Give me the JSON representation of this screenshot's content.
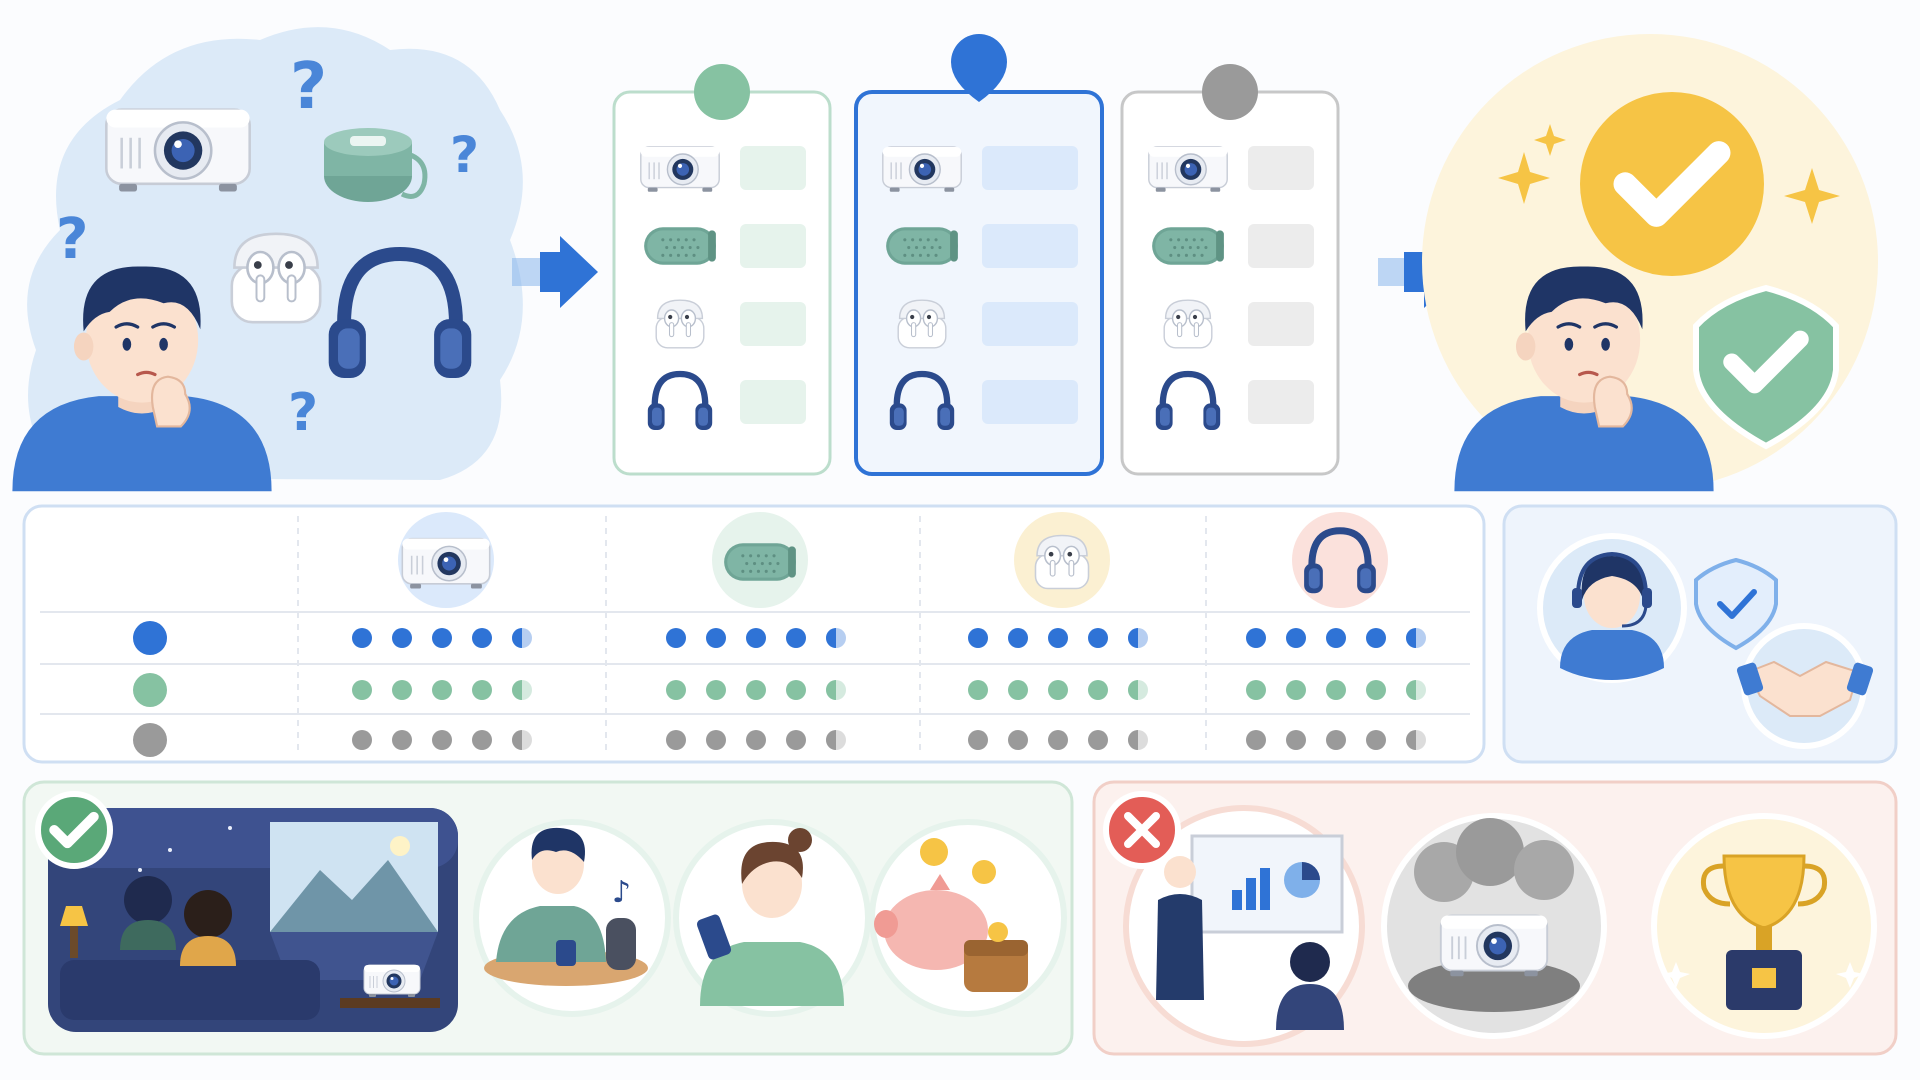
{
  "colors": {
    "blue": "#2f73d6",
    "blue_light": "#dbe9fb",
    "green": "#86c2a2",
    "green_light": "#e6f3ec",
    "gray": "#9a9a9a",
    "gray_light": "#ececec",
    "navy": "#2b4a8c",
    "yellow": "#f6c445",
    "red": "#e35d57",
    "skin": "#fbe1cf",
    "shirt": "#3f7bd2"
  },
  "products": [
    {
      "icon": "projector-icon",
      "tint": "#dbe9fb"
    },
    {
      "icon": "speaker-icon",
      "tint": "#e6f3ec"
    },
    {
      "icon": "earbuds-icon",
      "tint": "#fbf0d2"
    },
    {
      "icon": "headphones-icon",
      "tint": "#fbe1dc"
    }
  ],
  "option_cards": [
    {
      "marker": "circle",
      "color": "#86c2a2",
      "fill": "#e6f3ec",
      "highlighted": false
    },
    {
      "marker": "pin",
      "color": "#2f73d6",
      "fill": "#dbe9fb",
      "highlighted": true
    },
    {
      "marker": "circle",
      "color": "#9a9a9a",
      "fill": "#ececec",
      "highlighted": false
    }
  ],
  "rating_rows": [
    {
      "color": "#2f73d6",
      "ratings": [
        4.5,
        4.5,
        4.5,
        4.5
      ]
    },
    {
      "color": "#86c2a2",
      "ratings": [
        4.5,
        4.5,
        4.5,
        4.5
      ]
    },
    {
      "color": "#9a9a9a",
      "ratings": [
        4.5,
        4.5,
        4.5,
        4.5
      ]
    }
  ],
  "good_uses": [
    "home-cinema-scene",
    "music-listening-scene",
    "phone-listening-scene",
    "savings-scene"
  ],
  "bad_uses": [
    "business-presentation-scene",
    "dusty-projector-scene",
    "trophy-scene"
  ]
}
